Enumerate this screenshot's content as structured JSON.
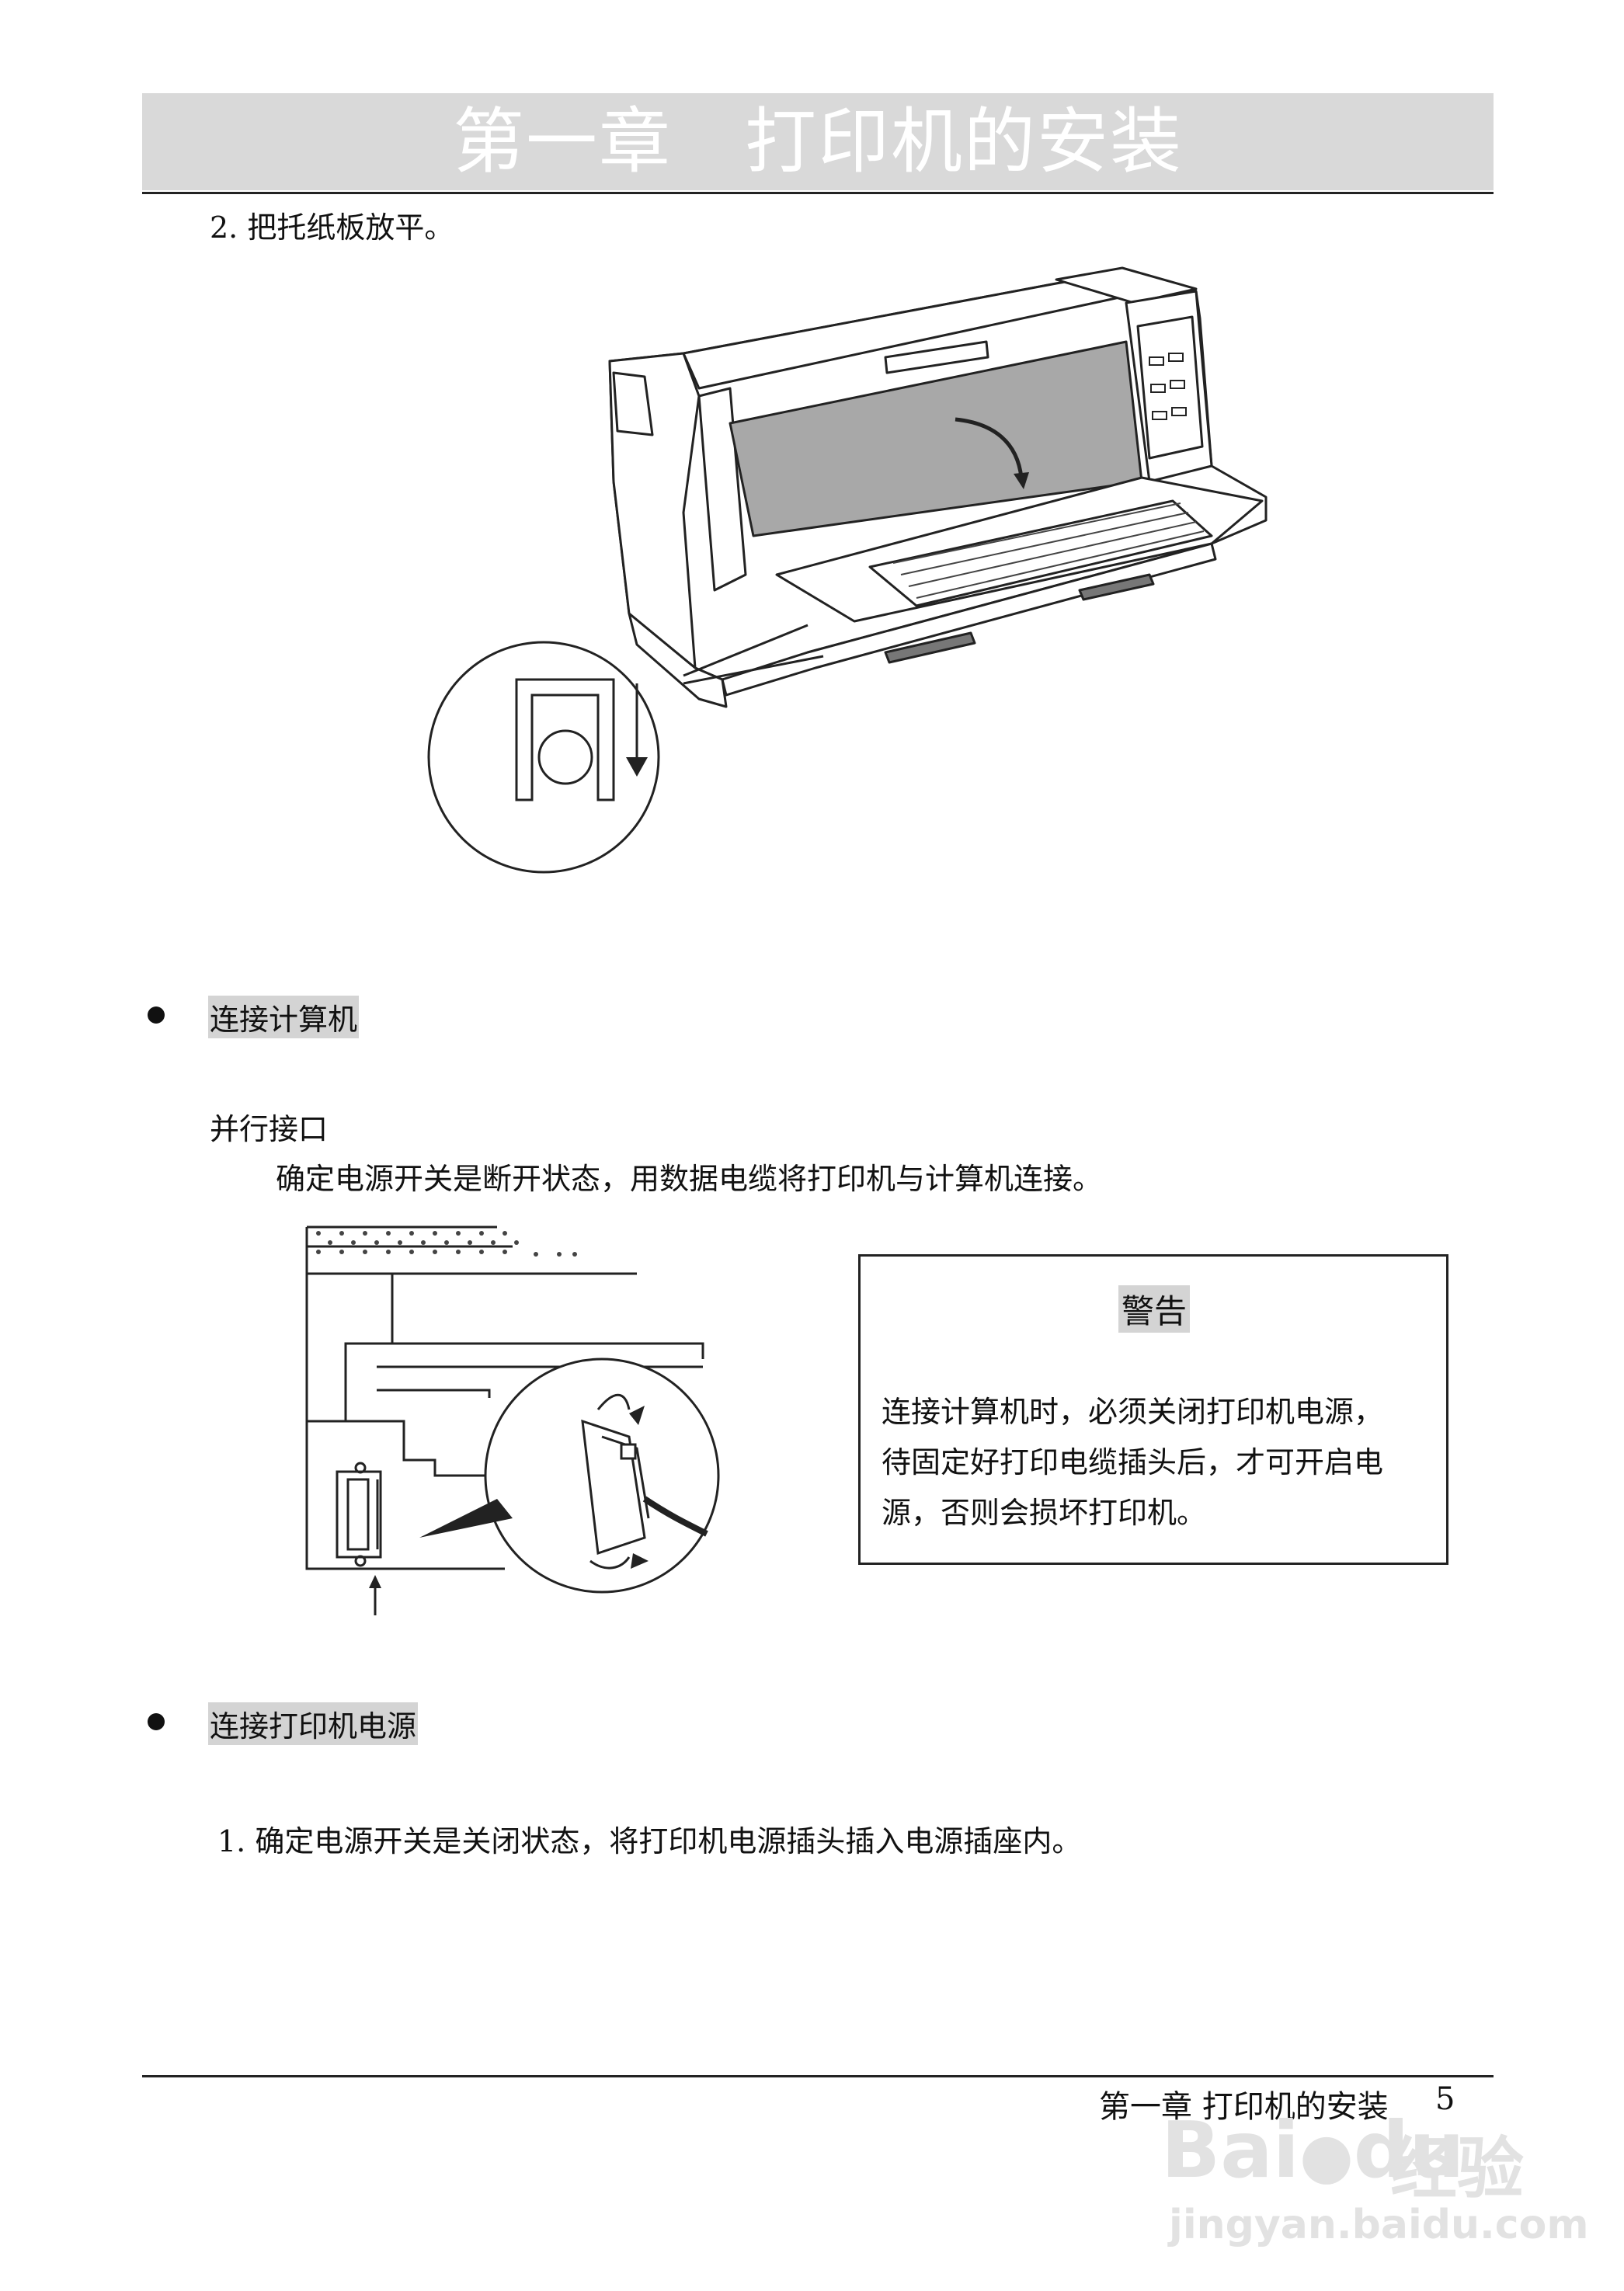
{
  "header": {
    "title": "第一章　打印机的安装"
  },
  "step2": {
    "text": "2.  把托纸板放平。"
  },
  "section_connect_pc": {
    "title": "连接计算机"
  },
  "parallel": {
    "heading": "并行接口",
    "instruction": "确定电源开关是断开状态，用数据电缆将打印机与计算机连接。"
  },
  "warning": {
    "title": "警告",
    "lines": [
      "连接计算机时，必须关闭打印机电源，",
      "待固定好打印电缆插头后，才可开启电",
      "源，否则会损坏打印机。"
    ]
  },
  "section_power": {
    "title": "连接打印机电源"
  },
  "step1": {
    "text": "1.  确定电源开关是关闭状态，将打印机电源插头插入电源插座内。"
  },
  "footer": {
    "chapter": "第一章  打印机的安装",
    "page": "5"
  },
  "watermark": {
    "brand": "Bai",
    "du": "du",
    "cn": "经验",
    "url": "jingyan.baidu.com"
  }
}
